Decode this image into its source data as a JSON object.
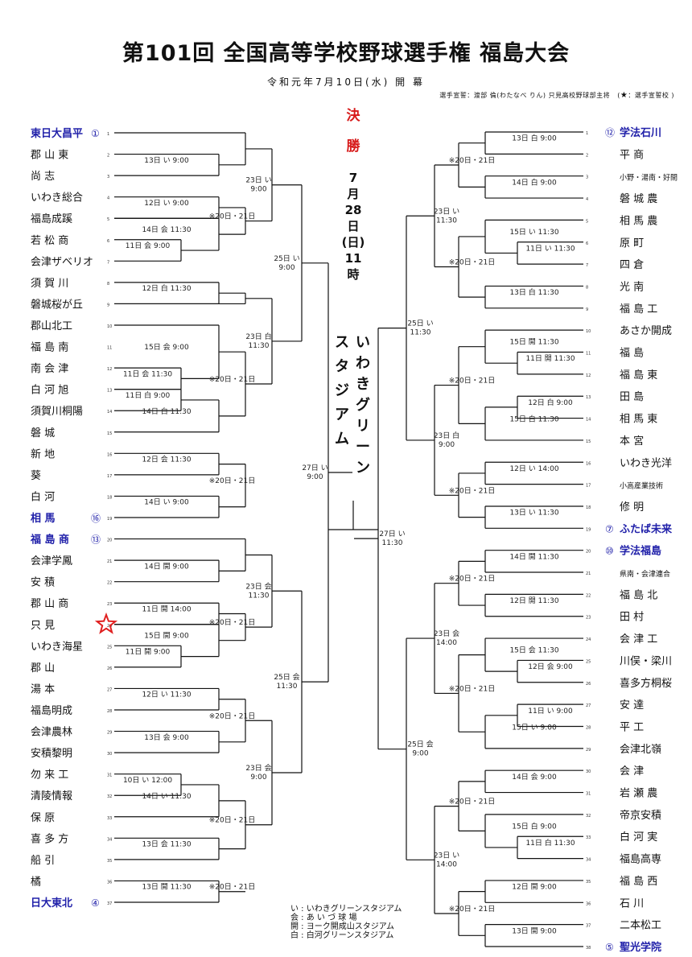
{
  "title": "第101回 全国高等学校野球選手権 福島大会",
  "subtitle": "令和元年7月10日(水) 開 幕",
  "oath": {
    "text": "選手宣誓：渡部 倫(わたなべ りん) 只見高校野球部主将",
    "marker_note_prefix": "(",
    "marker": "★",
    "marker_note": "：選手宣誓校 )"
  },
  "final": {
    "label": [
      "決",
      "勝"
    ],
    "date": [
      "7",
      "月",
      "28",
      "日",
      "(日)",
      "11",
      "時"
    ],
    "venue_col1": [
      "い",
      "わ",
      "き",
      "グ",
      "リ",
      "ー",
      "ン"
    ],
    "venue_col2": [
      "ス",
      "タ",
      "ジ",
      "ア",
      "ム"
    ]
  },
  "colors": {
    "seed_blue": "#2222aa",
    "final_red": "#d71a1a",
    "star_red": "#e02020",
    "line": "#111111"
  },
  "left_teams": [
    {
      "name": "東日大昌平",
      "seed": "①",
      "highlight": true
    },
    {
      "name": "郡 山 東"
    },
    {
      "name": "尚 志"
    },
    {
      "name": "いわき総合"
    },
    {
      "name": "福島成蹊"
    },
    {
      "name": "若 松 商"
    },
    {
      "name": "会津ザベリオ"
    },
    {
      "name": "須 賀 川"
    },
    {
      "name": "磐城桜が丘"
    },
    {
      "name": "郡山北工"
    },
    {
      "name": "福 島 南"
    },
    {
      "name": "南 会 津"
    },
    {
      "name": "白 河 旭"
    },
    {
      "name": "須賀川桐陽"
    },
    {
      "name": "磐 城"
    },
    {
      "name": "新 地"
    },
    {
      "name": "葵"
    },
    {
      "name": "白 河"
    },
    {
      "name": "相 馬",
      "seed": "⑯",
      "highlight": true
    },
    {
      "name": "福 島 商",
      "seed": "⑬",
      "highlight": true
    },
    {
      "name": "会津学鳳"
    },
    {
      "name": "安 積"
    },
    {
      "name": "郡 山 商"
    },
    {
      "name": "只 見",
      "star": true
    },
    {
      "name": "いわき海星"
    },
    {
      "name": "郡 山"
    },
    {
      "name": "湯 本"
    },
    {
      "name": "福島明成"
    },
    {
      "name": "会津農林"
    },
    {
      "name": "安積黎明"
    },
    {
      "name": "勿 来 工"
    },
    {
      "name": "清陵情報"
    },
    {
      "name": "保 原"
    },
    {
      "name": "喜 多 方"
    },
    {
      "name": "船 引"
    },
    {
      "name": "橘"
    },
    {
      "name": "日大東北",
      "seed": "④",
      "highlight": true
    }
  ],
  "right_teams": [
    {
      "name": "学法石川",
      "seed": "⑫",
      "highlight": true
    },
    {
      "name": "平 商"
    },
    {
      "name": "小野・湯南・好間",
      "small": true
    },
    {
      "name": "磐 城 農"
    },
    {
      "name": "相 馬 農"
    },
    {
      "name": "原 町"
    },
    {
      "name": "四 倉"
    },
    {
      "name": "光 南"
    },
    {
      "name": "福 島 工"
    },
    {
      "name": "あさか開成"
    },
    {
      "name": "福 島"
    },
    {
      "name": "福 島 東"
    },
    {
      "name": "田 島"
    },
    {
      "name": "相 馬 東"
    },
    {
      "name": "本 宮"
    },
    {
      "name": "いわき光洋"
    },
    {
      "name": "小高産業技術",
      "small": true
    },
    {
      "name": "修 明"
    },
    {
      "name": "ふたば未来",
      "seed": "⑦",
      "highlight": true
    },
    {
      "name": "学法福島",
      "seed": "⑩",
      "highlight": true
    },
    {
      "name": "県南・会津連合",
      "small": true
    },
    {
      "name": "福 島 北"
    },
    {
      "name": "田 村"
    },
    {
      "name": "会 津 工"
    },
    {
      "name": "川俣・梁川"
    },
    {
      "name": "喜多方桐桜"
    },
    {
      "name": "安 達"
    },
    {
      "name": "平 工"
    },
    {
      "name": "会津北嶺"
    },
    {
      "name": "会 津"
    },
    {
      "name": "岩 瀬 農"
    },
    {
      "name": "帝京安積"
    },
    {
      "name": "白 河 実"
    },
    {
      "name": "福島高専"
    },
    {
      "name": "福 島 西"
    },
    {
      "name": "石 川"
    },
    {
      "name": "二本松工"
    },
    {
      "name": "聖光学院",
      "seed": "⑤",
      "highlight": true
    }
  ],
  "left_rounds": {
    "r0": [
      {
        "a": 5,
        "b": 6,
        "label": "11日 会 9:00"
      },
      {
        "a": 11,
        "b": 12,
        "label": "11日 会 11:30"
      },
      {
        "a": 12,
        "b": 13,
        "label": "11日 白 9:00"
      },
      {
        "a": 24,
        "b": 25,
        "label": "11日 開 9:00"
      },
      {
        "a": 30,
        "b": 31,
        "label": "10日 い 12:00"
      }
    ],
    "r1": [
      {
        "a": 1,
        "b": 2,
        "label": "13日 い 9:00"
      },
      {
        "a": 3,
        "b": 4,
        "label": "12日 い 9:00"
      },
      {
        "a": 4,
        "b": "r0:0",
        "label": "14日 会 11:30"
      },
      {
        "a": 7,
        "b": 8,
        "label": "12日 白 11:30"
      },
      {
        "a": 9,
        "b": "r0:1",
        "label": "15日 会 9:00"
      },
      {
        "a": "r0:2",
        "b": 14,
        "label": "14日 白 11:30"
      },
      {
        "a": 15,
        "b": 16,
        "label": "12日 会 11:30"
      },
      {
        "a": 17,
        "b": 18,
        "label": "14日 い 9:00"
      },
      {
        "a": 20,
        "b": 21,
        "label": "14日 開 9:00"
      },
      {
        "a": 22,
        "b": 23,
        "label": "11日 開 14:00"
      },
      {
        "a": 23,
        "b": "r0:3",
        "label": "15日 開 9:00"
      },
      {
        "a": 26,
        "b": 27,
        "label": "12日 い 11:30"
      },
      {
        "a": 28,
        "b": 29,
        "label": "13日 会 9:00"
      },
      {
        "a": "r0:4",
        "b": 32,
        "label": "14日 い 11:30"
      },
      {
        "a": 33,
        "b": 34,
        "label": "13日 会 11:30"
      },
      {
        "a": 35,
        "b": 36,
        "label": "13日 開 11:30"
      }
    ],
    "r2": [
      {
        "a": 0,
        "b": "r1:0",
        "label": ""
      },
      {
        "a": "r1:1",
        "b": "r1:2",
        "label": "※20日・21日"
      },
      {
        "a": "r1:3",
        "b": 8,
        "label": ""
      },
      {
        "a": "r1:4",
        "b": "r1:5",
        "label": "※20日・21日"
      },
      {
        "a": "r1:6",
        "b": "r1:7",
        "label": "※20日・21日"
      },
      {
        "a": 19,
        "b": "r1:8",
        "label": ""
      },
      {
        "a": "r1:9",
        "b": "r1:10",
        "label": "※20日・21日"
      },
      {
        "a": "r1:11",
        "b": "r1:12",
        "label": "※20日・21日"
      },
      {
        "a": "r1:13",
        "b": "r1:14",
        "label": "※20日・21日"
      },
      {
        "a": "r1:15",
        "b": "r1:15",
        "label": "※20日・21日"
      }
    ],
    "r3": [
      {
        "a": "r2:0",
        "b": "r2:1",
        "label": "23日 い\n9:00"
      },
      {
        "a": "r2:2",
        "b": "r2:3",
        "label": "23日 白\n11:30"
      },
      {
        "a": "r2:5",
        "b": "r2:6",
        "label": "23日 会\n11:30"
      },
      {
        "a": "r2:7",
        "b": "r2:8",
        "label": "23日 会\n9:00"
      }
    ],
    "r4": [
      {
        "a": "r3:0",
        "b": "r3:1",
        "label": "25日 い\n9:00"
      },
      {
        "a": "r3:2",
        "b": "r3:3",
        "label": "25日 会\n11:30"
      }
    ],
    "r5": [
      {
        "a": "r4:0",
        "b": "r4:1",
        "label": "27日 い\n9:00"
      }
    ]
  },
  "right_rounds": {
    "r0": [
      {
        "a": 5,
        "b": 6,
        "label": "11日 い 11:30"
      },
      {
        "a": 10,
        "b": 11,
        "label": "11日 開 11:30"
      },
      {
        "a": 12,
        "b": 13,
        "label": "12日 白 9:00"
      },
      {
        "a": 24,
        "b": 25,
        "label": "12日 会 9:00"
      },
      {
        "a": 26,
        "b": 27,
        "label": "11日 い 9:00"
      },
      {
        "a": 32,
        "b": 33,
        "label": "11日 白 11:30"
      }
    ],
    "r1": [
      {
        "a": 0,
        "b": 1,
        "label": "13日 白 9:00"
      },
      {
        "a": 2,
        "b": 3,
        "label": "14日 白 9:00"
      },
      {
        "a": 4,
        "b": "r0:0",
        "label": "15日 い 11:30"
      },
      {
        "a": 7,
        "b": 8,
        "label": "13日 白 11:30"
      },
      {
        "a": 9,
        "b": "r0:1",
        "label": "15日 開 11:30"
      },
      {
        "a": "r0:2",
        "b": 14,
        "label": "15日 白 11:30"
      },
      {
        "a": 15,
        "b": 16,
        "label": "12日 い 14:00"
      },
      {
        "a": 17,
        "b": 18,
        "label": "13日 い 11:30"
      },
      {
        "a": 19,
        "b": 20,
        "label": "14日 開 11:30"
      },
      {
        "a": 21,
        "b": 22,
        "label": "12日 開 11:30"
      },
      {
        "a": 23,
        "b": "r0:3",
        "label": "15日 会 11:30"
      },
      {
        "a": "r0:4",
        "b": 28,
        "label": "15日 い 9:00"
      },
      {
        "a": 29,
        "b": 30,
        "label": "14日 会 9:00"
      },
      {
        "a": 31,
        "b": "r0:5",
        "label": "15日 白 9:00"
      },
      {
        "a": 34,
        "b": 35,
        "label": "12日 開 9:00"
      },
      {
        "a": 36,
        "b": 37,
        "label": "13日 開 9:00"
      }
    ],
    "r2": [
      {
        "a": "r1:0",
        "b": "r1:1",
        "label": "※20日・21日"
      },
      {
        "a": "r1:2",
        "b": "r1:3",
        "label": "※20日・21日"
      },
      {
        "a": "r1:4",
        "b": "r1:5",
        "label": "※20日・21日"
      },
      {
        "a": "r1:6",
        "b": "r1:7",
        "label": "※20日・21日"
      },
      {
        "a": "r1:8",
        "b": "r1:9",
        "label": "※20日・21日"
      },
      {
        "a": "r1:10",
        "b": "r1:11",
        "label": "※20日・21日"
      },
      {
        "a": "r1:12",
        "b": "r1:13",
        "label": "※20日・21日"
      },
      {
        "a": "r1:14",
        "b": "r1:15",
        "label": "※20日・21日"
      }
    ],
    "r3": [
      {
        "a": "r2:0",
        "b": "r2:1",
        "label": "23日 い\n11:30"
      },
      {
        "a": "r2:2",
        "b": "r2:3",
        "label": "23日 白\n9:00"
      },
      {
        "a": "r2:4",
        "b": "r2:5",
        "label": "23日 会\n14:00"
      },
      {
        "a": "r2:6",
        "b": "r2:7",
        "label": "23日 い\n14:00"
      }
    ],
    "r4": [
      {
        "a": "r3:0",
        "b": "r3:1",
        "label": "25日 い\n11:30"
      },
      {
        "a": "r3:2",
        "b": "r3:3",
        "label": "25日 会\n9:00"
      }
    ],
    "r5": [
      {
        "a": "r4:0",
        "b": "r4:1",
        "label": "27日 い\n11:30"
      }
    ]
  },
  "legend": [
    {
      "key": "い",
      "value": "いわきグリーンスタジアム"
    },
    {
      "key": "会",
      "value": "あ い づ 球 場"
    },
    {
      "key": "開",
      "value": "ヨーク開成山スタジアム"
    },
    {
      "key": "白",
      "value": "白河グリーンスタジアム"
    }
  ]
}
